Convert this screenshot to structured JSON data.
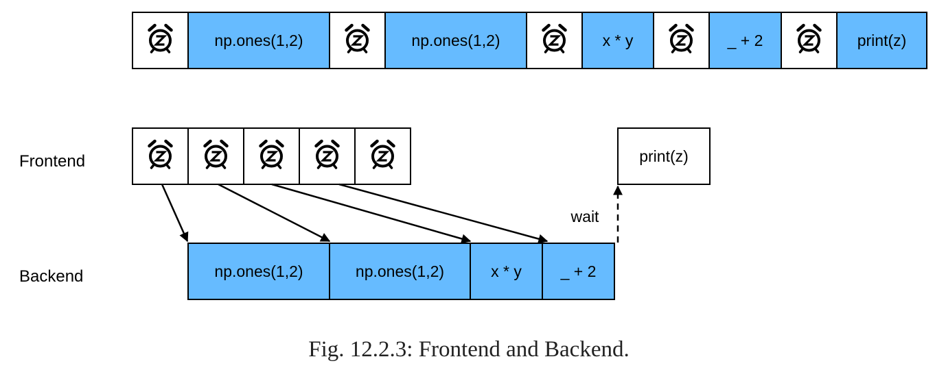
{
  "colors": {
    "op_fill": "#66bbff",
    "idle_fill": "#ffffff",
    "stroke": "#000000"
  },
  "timeline": {
    "cells": [
      {
        "kind": "idle",
        "icon": "sleep-clock-icon"
      },
      {
        "kind": "op",
        "label": "np.ones(1,2)"
      },
      {
        "kind": "idle",
        "icon": "sleep-clock-icon"
      },
      {
        "kind": "op",
        "label": "np.ones(1,2)"
      },
      {
        "kind": "idle",
        "icon": "sleep-clock-icon"
      },
      {
        "kind": "op",
        "label": "x * y"
      },
      {
        "kind": "idle",
        "icon": "sleep-clock-icon"
      },
      {
        "kind": "op",
        "label": "_ + 2"
      },
      {
        "kind": "idle",
        "icon": "sleep-clock-icon"
      },
      {
        "kind": "op",
        "label": "print(z)"
      }
    ]
  },
  "frontend": {
    "label": "Frontend",
    "cells": [
      {
        "icon": "sleep-clock-icon"
      },
      {
        "icon": "sleep-clock-icon"
      },
      {
        "icon": "sleep-clock-icon"
      },
      {
        "icon": "sleep-clock-icon"
      },
      {
        "icon": "sleep-clock-icon"
      }
    ],
    "print_label": "print(z)"
  },
  "backend": {
    "label": "Backend",
    "cells": [
      {
        "label": "np.ones(1,2)"
      },
      {
        "label": "np.ones(1,2)"
      },
      {
        "label": "x * y"
      },
      {
        "label": "_ + 2"
      }
    ]
  },
  "wait_label": "wait",
  "caption": "Fig. 12.2.3: Frontend and Backend."
}
